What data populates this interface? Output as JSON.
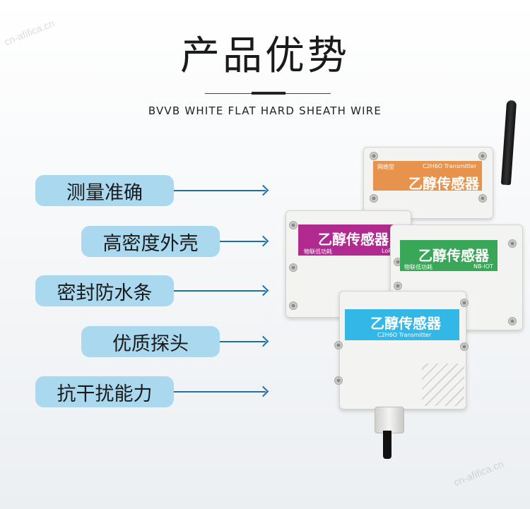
{
  "header": {
    "title": "产品优势",
    "subtitle": "BVVB WHITE FLAT HARD SHEATH WIRE"
  },
  "watermark": "cn-afifica.cn",
  "features": [
    "测量准确",
    "高密度外壳",
    "密封防水条",
    "优质探头",
    "抗干扰能力"
  ],
  "devices": {
    "orange": {
      "top_small": "网络型",
      "top_right": "C2H6O Transmitter",
      "name": "乙醇传感器",
      "color": "#e8934d"
    },
    "magenta": {
      "name": "乙醇传感器",
      "sub_left": "物联低功耗",
      "sub_right": "LoRa",
      "color": "#b02a8f"
    },
    "green": {
      "name": "乙醇传感器",
      "sub_left": "物联低功耗",
      "sub_right": "NB-IOT",
      "color": "#3aa657"
    },
    "blue": {
      "name": "乙醇传感器",
      "sub": "C2H6O Transmitter",
      "color": "#33b7e6"
    }
  },
  "colors": {
    "pill": "#a9d8ef",
    "arrow": "#1e6fa8"
  }
}
